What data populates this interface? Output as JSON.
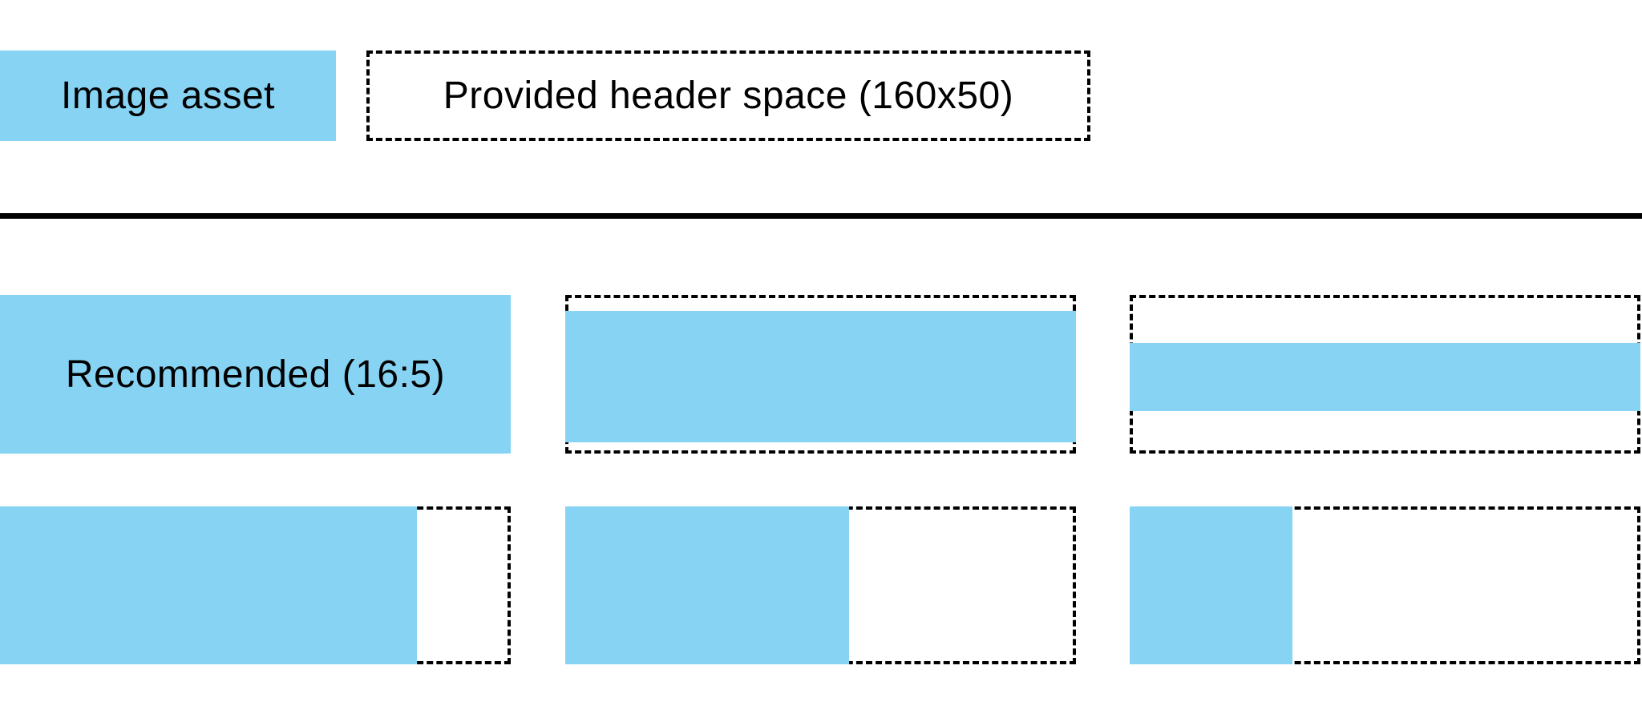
{
  "figure": {
    "description": "Image asset sizing diagram for a provided header space",
    "colors": {
      "asset_blue": "#87D3F4",
      "ink": "#000000",
      "background": "#ffffff"
    }
  },
  "legend": {
    "image_asset_label": "Image asset",
    "header_space_label": "Provided header space (160x50)",
    "header_space_size": "160x50"
  },
  "grid": {
    "tiles": [
      {
        "label": "Recommended (16:5)",
        "fill": "entire box filled",
        "bar_css": "left:-4px;top:-4px;right:-4px;bottom:-4px"
      },
      {
        "label": "",
        "fill": "full width bar, small top and bottom gaps",
        "bar_css": "left:-4px;right:-4px;top:16px;bottom:10px"
      },
      {
        "label": "",
        "fill": "thin full width bar, vertically centered",
        "bar_css": "left:-4px;right:-4px;top:56px;bottom:49px"
      },
      {
        "label": "",
        "fill": "full height bar, about 81% width, flush left",
        "bar_css": "left:-4px;top:-4px;bottom:-4px;width:520px"
      },
      {
        "label": "",
        "fill": "full height bar, about 55% width, flush left",
        "bar_css": "left:-4px;top:-4px;bottom:-4px;width:354px"
      },
      {
        "label": "",
        "fill": "full height bar, about 31% width, flush left",
        "bar_css": "left:-4px;top:-4px;bottom:-4px;width:203px"
      }
    ]
  }
}
